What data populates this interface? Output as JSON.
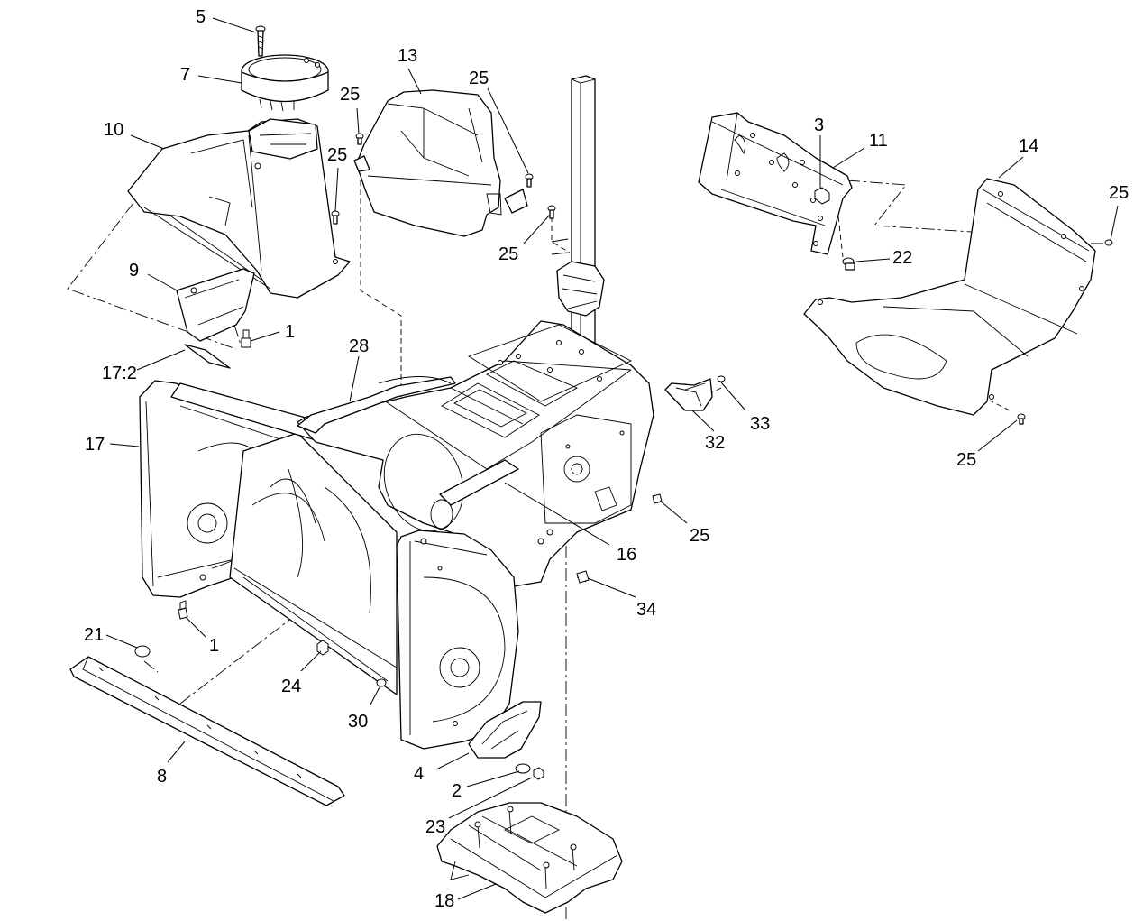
{
  "diagram": {
    "type": "exploded-parts-diagram",
    "callouts": [
      {
        "id": "c5",
        "text": "5"
      },
      {
        "id": "c7",
        "text": "7"
      },
      {
        "id": "c10",
        "text": "10"
      },
      {
        "id": "c9",
        "text": "9"
      },
      {
        "id": "c1a",
        "text": "1"
      },
      {
        "id": "c17_2",
        "text": "17:2"
      },
      {
        "id": "c17",
        "text": "17"
      },
      {
        "id": "c25a",
        "text": "25"
      },
      {
        "id": "c25b",
        "text": "25"
      },
      {
        "id": "c13",
        "text": "13"
      },
      {
        "id": "c25c",
        "text": "25"
      },
      {
        "id": "c25d",
        "text": "25"
      },
      {
        "id": "c28",
        "text": "28"
      },
      {
        "id": "c3",
        "text": "3"
      },
      {
        "id": "c11",
        "text": "11"
      },
      {
        "id": "c22",
        "text": "22"
      },
      {
        "id": "c14",
        "text": "14"
      },
      {
        "id": "c25e",
        "text": "25"
      },
      {
        "id": "c25f",
        "text": "25"
      },
      {
        "id": "c33",
        "text": "33"
      },
      {
        "id": "c32",
        "text": "32"
      },
      {
        "id": "c16",
        "text": "16"
      },
      {
        "id": "c25g",
        "text": "25"
      },
      {
        "id": "c34",
        "text": "34"
      },
      {
        "id": "c1b",
        "text": "1"
      },
      {
        "id": "c21",
        "text": "21"
      },
      {
        "id": "c24",
        "text": "24"
      },
      {
        "id": "c30",
        "text": "30"
      },
      {
        "id": "c8",
        "text": "8"
      },
      {
        "id": "c4",
        "text": "4"
      },
      {
        "id": "c2",
        "text": "2"
      },
      {
        "id": "c23",
        "text": "23"
      },
      {
        "id": "c18",
        "text": "18"
      }
    ]
  }
}
